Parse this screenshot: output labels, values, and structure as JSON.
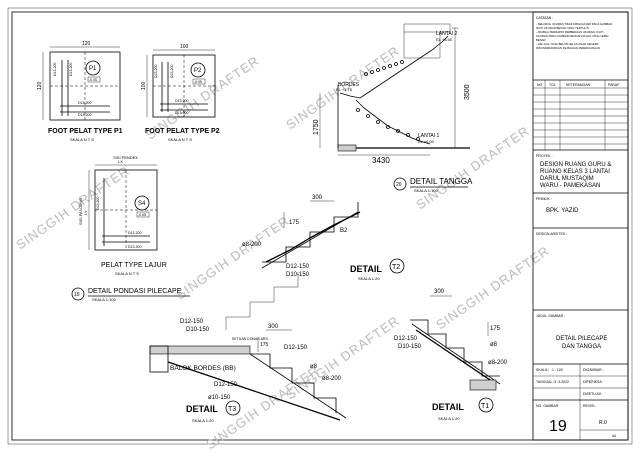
{
  "watermark": "SINGGIH DRAFTER",
  "footings": {
    "p1": {
      "tag": "P1",
      "level": "-0.05",
      "dim_top": "120",
      "dim_side": "120",
      "rebar_a": "D13-200",
      "rebar_b": "D13-200",
      "rebar_c": "D13-200",
      "rebar_d": "D13-200",
      "title": "FOOT PELAT TYPE P1",
      "scale": "SKALA  N T S"
    },
    "p2": {
      "tag": "P2",
      "level": "-0.05",
      "dim_top": "100",
      "dim_side": "100",
      "rebar_a": "D13-200",
      "rebar_b": "D13-200",
      "rebar_c": "D13-200",
      "rebar_d": "D13-200",
      "title": "FOOT PELAT TYPE P2",
      "scale": "SKALA  N T S"
    },
    "s4": {
      "tag": "S4",
      "level": "-0.05",
      "side_short": "SISI PENDEK",
      "side_long": "SISI PANJANG",
      "dim_a": "LX",
      "dim_b": "LY",
      "rebar_a": "D13-200",
      "rebar_b": "D13-200",
      "rebar_c": "D13-200",
      "title": "PELAT TYPE LAJUR",
      "scale": "SKALA  N T S"
    }
  },
  "detail_pondasi": {
    "number": "19",
    "title": "DETAIL PONDASI PILECAPE",
    "scale": "SKALA 1:100"
  },
  "stair_plan": {
    "label_lantai2": "LANTAI 2",
    "level2": "EL +3.50",
    "label_bordes": "BORDES",
    "level_bordes": "EL +1.75",
    "label_lantai1": "LANTAI 1",
    "level1": "EL ±0.00",
    "dim_h_total": "3500",
    "dim_h_half": "1750",
    "dim_w": "3430"
  },
  "detail_tangga": {
    "number": "20",
    "title": "DETAIL TANGGA",
    "scale": "SKALA 1:100"
  },
  "t2": {
    "tread": "300",
    "riser": "175",
    "bar_main": "ø8-200",
    "bar_b2": "B2",
    "bar_a": "D12-150",
    "bar_b": "D10-150",
    "title": "DETAIL",
    "tag": "T2",
    "scale": "SKALA 1:20"
  },
  "t3": {
    "tread": "300",
    "riser": "175",
    "bar_a": "D12-150",
    "bar_b": "D10-150",
    "beam": "BALOK BORDES (BB)",
    "bar_c": "D12-150",
    "bar_d": "ø10-150",
    "bar_e": "ø8",
    "bar_f": "ø8-200",
    "bar_g": "D12-150",
    "note": "SETUAN DONAR ARS",
    "title": "DETAIL",
    "tag": "T3",
    "scale": "SKALA 1:20"
  },
  "t1": {
    "tread": "300",
    "riser": "175",
    "bar_a": "D12-150",
    "bar_b": "D10-150",
    "bar_c": "ø8",
    "bar_d": "ø8-200",
    "title": "DETAIL",
    "tag": "T1",
    "scale": "SKALA 1:20"
  },
  "titleblock": {
    "notes_head": "CATATAN :",
    "notes": [
      "- SELURUH UKURAN TIDAK DIBACA DARI PADA GAMBAR,",
      "  IKUTI UKURAN BESAR YANG TERTULIS",
      "- APABILA TERDAPAT PERBEDAAN UKURAN, IKUTI",
      "  UKURAN PADA GAMBAR DENGAN SKALA YANG LEBIH",
      "  BESAR",
      "- HAL-HAL YANG BELUM JELAS AGAR SEGERA",
      "  DIKONFIRMASIKAN KE BAGIAN PERENCANAAN"
    ],
    "rev_no": "NO",
    "rev_date": "TGL",
    "rev_desc": "KETERANGAN",
    "rev_sign": "PARAF",
    "proyek_label": "PROYEK :",
    "proyek": [
      "DESIGN RUANG GURU &",
      "RUANG KELAS 3 LANTAI",
      "DARUL MUSTAQIM",
      "WARU - PAMEKASAN"
    ],
    "pemilik_label": "PEMILIK :",
    "pemilik": "BPK. YAZID",
    "arsitek_label": "DESIGN ARSITEK :",
    "judul_label": "JUDUL GAMBAR :",
    "judul": [
      "DETAIL PILECAPE",
      "DAN TANGGA"
    ],
    "skala_label": "SKALA :",
    "skala": "1 : 100",
    "digambar_label": "DIGAMBAR :",
    "tanggal_label": "TANGGAL :",
    "tanggal": "3 -3-2022",
    "diperiksa_label": "DIPERIKSA :",
    "disetujui_label": "DISETUJUI :",
    "nogambar_label": "NO. GAMBAR",
    "nogambar": "19",
    "revisi_label": "REVISI :",
    "revisi": "R.0",
    "jumlah": "A4"
  }
}
